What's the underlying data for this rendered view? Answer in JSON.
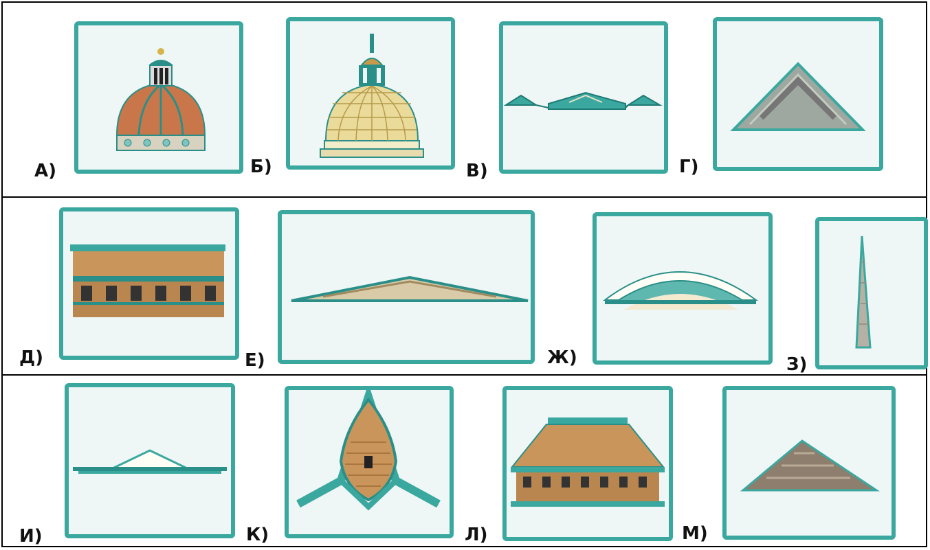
{
  "labels": {
    "a": "А)",
    "b": "Б)",
    "v": "В)",
    "g": "Г)",
    "d": "Д)",
    "e": "Е)",
    "zh": "Ж)",
    "z": "З)",
    "i": "И)",
    "k": "К)",
    "l": "Л)",
    "m": "М)"
  },
  "colors": {
    "frame": "#3aa89f",
    "card_bg": "#eef6f6",
    "teal": "#2a8f88",
    "wood": "#c9955a",
    "copper": "#c9774a"
  },
  "icons": {
    "a": "onion-dome-icon",
    "b": "ribbed-dome-icon",
    "v": "low-roof-row-icon",
    "g": "gable-triangle-icon",
    "d": "wooden-gallery-icon",
    "e": "flat-pediment-icon",
    "zh": "arch-vault-icon",
    "z": "spire-icon",
    "i": "low-gable-icon",
    "k": "kokoshnik-gable-icon",
    "l": "hip-roof-house-icon",
    "m": "stone-pyramid-roof-icon"
  }
}
